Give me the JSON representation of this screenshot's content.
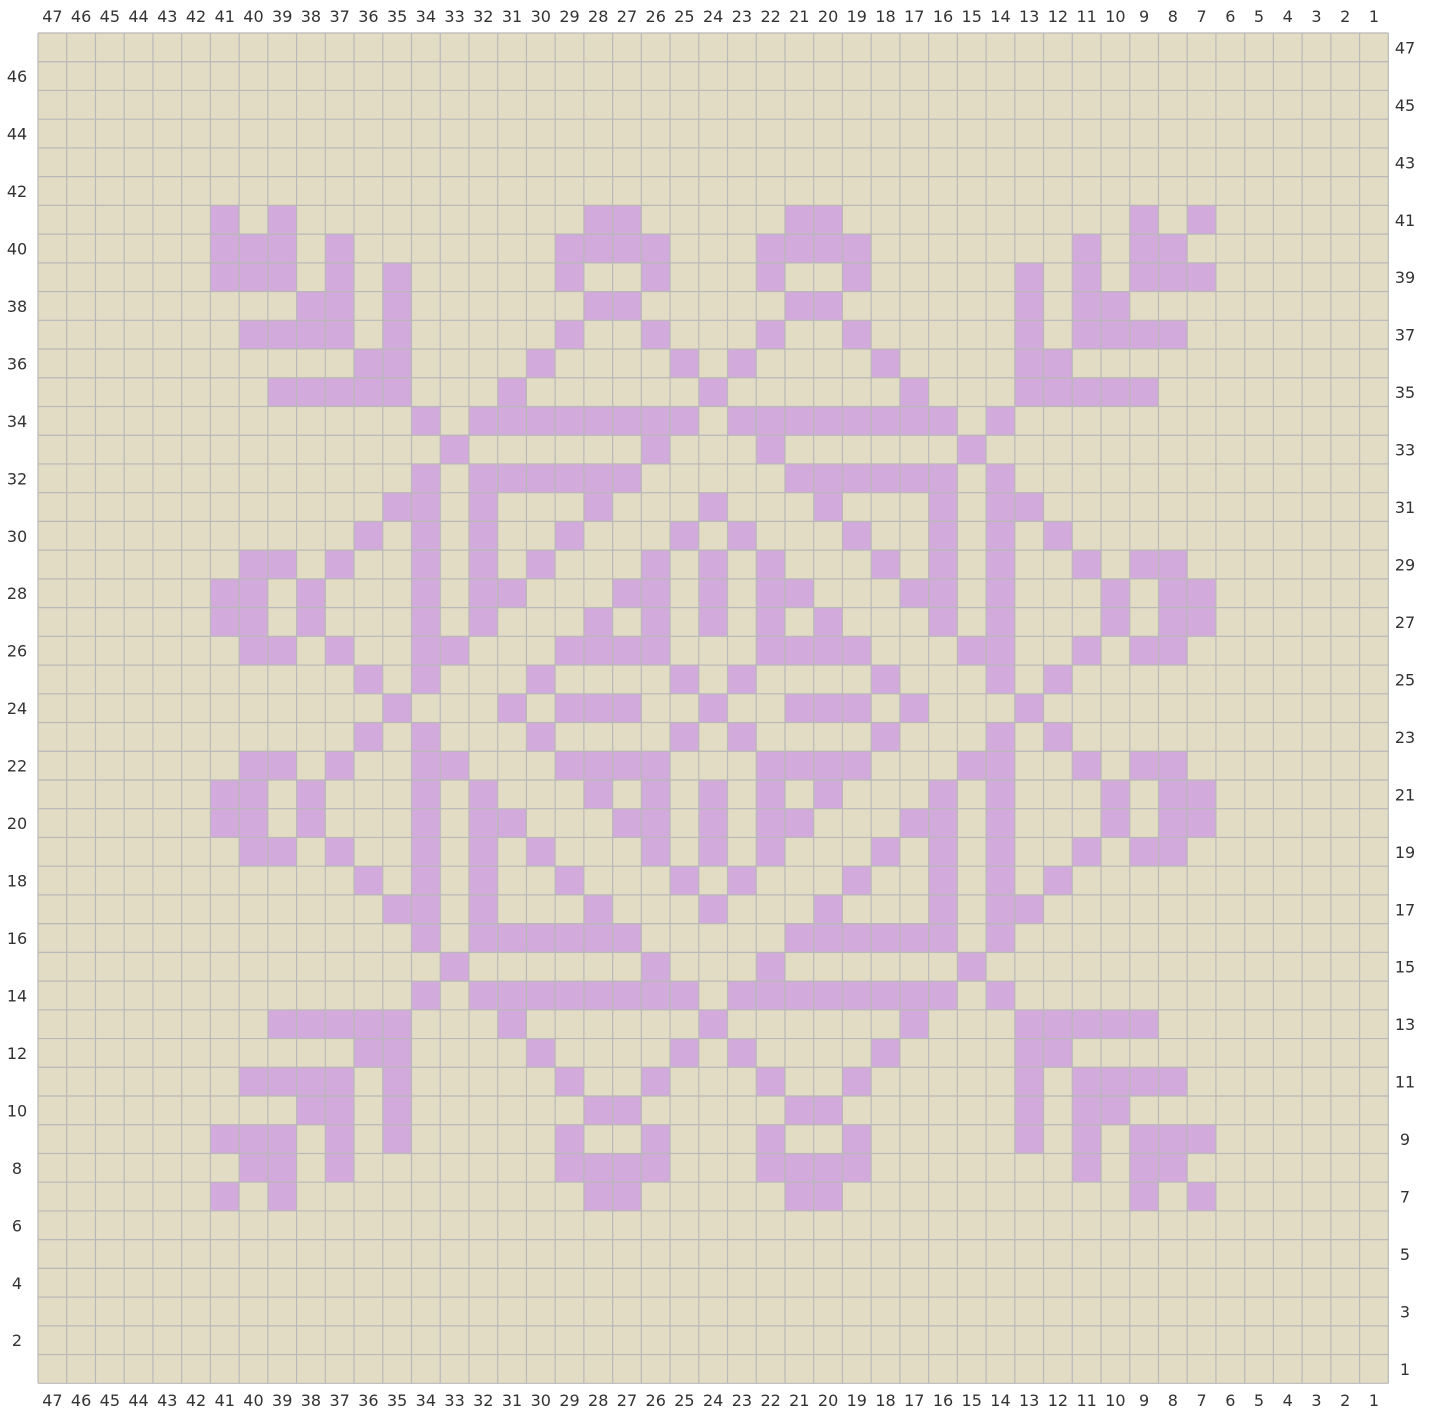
{
  "chart_data": {
    "type": "heatmap",
    "grid": {
      "columns": 47,
      "rows": 47
    },
    "colors": {
      "background": "#e3dcc4",
      "stitch": "#d2aadb",
      "gridline": "#b8b8b8"
    },
    "column_labels": [
      "47",
      "46",
      "45",
      "44",
      "43",
      "42",
      "41",
      "40",
      "39",
      "38",
      "37",
      "36",
      "35",
      "34",
      "33",
      "32",
      "31",
      "30",
      "29",
      "28",
      "27",
      "26",
      "25",
      "24",
      "23",
      "22",
      "21",
      "20",
      "19",
      "18",
      "17",
      "16",
      "15",
      "14",
      "13",
      "12",
      "11",
      "10",
      "9",
      "8",
      "7",
      "6",
      "5",
      "4",
      "3",
      "2",
      "1"
    ],
    "row_labels_left": [
      "46",
      "44",
      "42",
      "40",
      "38",
      "36",
      "34",
      "32",
      "30",
      "28",
      "26",
      "24",
      "22",
      "20",
      "18",
      "16",
      "14",
      "12",
      "10",
      "8",
      "6",
      "4",
      "2"
    ],
    "row_labels_right": [
      "47",
      "45",
      "43",
      "41",
      "39",
      "37",
      "35",
      "33",
      "31",
      "29",
      "27",
      "25",
      "23",
      "21",
      "19",
      "17",
      "15",
      "13",
      "11",
      "9",
      "7",
      "5",
      "3",
      "1"
    ],
    "stitches": {
      "41": [
        41,
        39,
        28,
        27,
        21,
        20,
        9,
        7
      ],
      "40": [
        41,
        40,
        39,
        37,
        29,
        28,
        27,
        26,
        22,
        21,
        20,
        19,
        11,
        9,
        8
      ],
      "39": [
        41,
        40,
        39,
        37,
        35,
        29,
        26,
        22,
        19,
        13,
        11,
        9,
        8,
        7
      ],
      "38": [
        38,
        37,
        35,
        28,
        27,
        21,
        20,
        13,
        11,
        10
      ],
      "37": [
        40,
        39,
        38,
        37,
        35,
        29,
        26,
        22,
        19,
        13,
        11,
        10,
        9,
        8
      ],
      "36": [
        36,
        35,
        30,
        25,
        23,
        18,
        13,
        12
      ],
      "35": [
        39,
        38,
        37,
        36,
        35,
        31,
        24,
        17,
        13,
        12,
        11,
        10,
        9
      ],
      "34": [
        34,
        32,
        31,
        30,
        29,
        28,
        27,
        26,
        25,
        23,
        22,
        21,
        20,
        19,
        18,
        17,
        16,
        14
      ],
      "33": [
        33,
        26,
        22,
        15
      ],
      "32": [
        34,
        32,
        31,
        30,
        29,
        28,
        27,
        21,
        20,
        19,
        18,
        17,
        16,
        14
      ],
      "31": [
        35,
        34,
        32,
        28,
        24,
        20,
        16,
        14,
        13
      ],
      "30": [
        36,
        34,
        32,
        29,
        25,
        23,
        19,
        16,
        14,
        12
      ],
      "29": [
        40,
        39,
        37,
        34,
        32,
        30,
        26,
        24,
        22,
        18,
        16,
        14,
        11,
        9,
        8
      ],
      "28": [
        41,
        40,
        38,
        34,
        32,
        31,
        27,
        26,
        24,
        22,
        21,
        17,
        16,
        14,
        10,
        8,
        7
      ],
      "27": [
        41,
        40,
        38,
        34,
        32,
        28,
        26,
        24,
        22,
        20,
        16,
        14,
        10,
        8,
        7
      ],
      "26": [
        40,
        39,
        37,
        34,
        33,
        29,
        28,
        27,
        26,
        22,
        21,
        20,
        19,
        15,
        14,
        11,
        9,
        8
      ],
      "25": [
        36,
        34,
        30,
        25,
        23,
        18,
        14,
        12
      ],
      "24": [
        35,
        31,
        29,
        28,
        27,
        24,
        21,
        20,
        19,
        17,
        13
      ],
      "23": [
        36,
        34,
        30,
        25,
        23,
        18,
        14,
        12
      ],
      "22": [
        40,
        39,
        37,
        34,
        33,
        29,
        28,
        27,
        26,
        22,
        21,
        20,
        19,
        15,
        14,
        11,
        9,
        8
      ],
      "21": [
        41,
        40,
        38,
        34,
        32,
        28,
        26,
        24,
        22,
        20,
        16,
        14,
        10,
        8,
        7
      ],
      "20": [
        41,
        40,
        38,
        34,
        32,
        31,
        27,
        26,
        24,
        22,
        21,
        17,
        16,
        14,
        10,
        8,
        7
      ],
      "19": [
        40,
        39,
        37,
        34,
        32,
        30,
        26,
        24,
        22,
        18,
        16,
        14,
        11,
        9,
        8
      ],
      "18": [
        36,
        34,
        32,
        29,
        25,
        23,
        19,
        16,
        14,
        12
      ],
      "17": [
        35,
        34,
        32,
        28,
        24,
        20,
        16,
        14,
        13
      ],
      "16": [
        34,
        32,
        31,
        30,
        29,
        28,
        27,
        21,
        20,
        19,
        18,
        17,
        16,
        14
      ],
      "15": [
        33,
        26,
        22,
        15
      ],
      "14": [
        34,
        32,
        31,
        30,
        29,
        28,
        27,
        26,
        25,
        23,
        22,
        21,
        20,
        19,
        18,
        17,
        16,
        14
      ],
      "13": [
        39,
        38,
        37,
        36,
        35,
        31,
        24,
        17,
        13,
        12,
        11,
        10,
        9
      ],
      "12": [
        36,
        35,
        30,
        25,
        23,
        18,
        13,
        12
      ],
      "11": [
        40,
        39,
        38,
        37,
        35,
        29,
        26,
        22,
        19,
        13,
        11,
        10,
        9,
        8
      ],
      "10": [
        38,
        37,
        35,
        28,
        27,
        21,
        20,
        13,
        11,
        10
      ],
      "9": [
        41,
        40,
        39,
        37,
        35,
        29,
        26,
        22,
        19,
        13,
        11,
        9,
        8,
        7
      ],
      "8": [
        40,
        39,
        37,
        29,
        28,
        27,
        26,
        22,
        21,
        20,
        19,
        11,
        9,
        8
      ],
      "7": [
        41,
        39,
        28,
        27,
        21,
        20,
        9,
        7
      ]
    }
  }
}
